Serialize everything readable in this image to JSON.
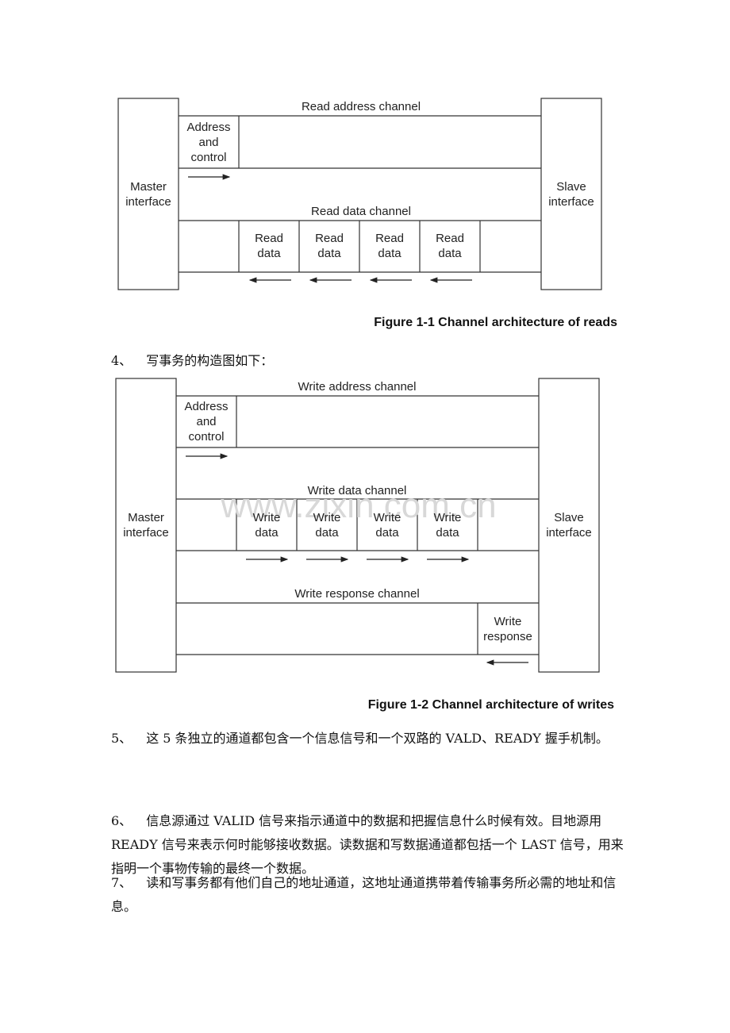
{
  "figure1": {
    "master_label": [
      "Master",
      "interface"
    ],
    "slave_label": [
      "Slave",
      "interface"
    ],
    "read_address_channel": "Read address channel",
    "address_control": [
      "Address",
      "and",
      "control"
    ],
    "read_data_channel": "Read data channel",
    "read_data_cells": [
      [
        "Read",
        "data"
      ],
      [
        "Read",
        "data"
      ],
      [
        "Read",
        "data"
      ],
      [
        "Read",
        "data"
      ]
    ],
    "caption": "Figure 1-1 Channel architecture of reads"
  },
  "item4": {
    "num": "4、",
    "text": "写事务的构造图如下："
  },
  "figure2": {
    "master_label": [
      "Master",
      "interface"
    ],
    "slave_label": [
      "Slave",
      "interface"
    ],
    "write_address_channel": "Write address channel",
    "address_control": [
      "Address",
      "and",
      "control"
    ],
    "write_data_channel": "Write data channel",
    "write_data_cells": [
      [
        "Write",
        "data"
      ],
      [
        "Write",
        "data"
      ],
      [
        "Write",
        "data"
      ],
      [
        "Write",
        "data"
      ]
    ],
    "write_response_channel": "Write response channel",
    "write_response": [
      "Write",
      "response"
    ],
    "watermark": "www.zixin.com.cn",
    "caption": "Figure 1-2 Channel architecture of writes"
  },
  "item5": {
    "num": "5、",
    "text": "这 5 条独立的通道都包含一个信息信号和一个双路的 VALD、READY 握手机制。"
  },
  "item6": {
    "num": "6、",
    "text": "信息源通过 VALID 信号来指示通道中的数据和把握信息什么时候有效。目地源用 READY 信号来表示何时能够接收数据。读数据和写数据通道都包括一个 LAST 信号，用来指明一个事物传输的最终一个数据。"
  },
  "item7": {
    "num": "7、",
    "text": "读和写事务都有他们自己的地址通道，这地址通道携带着传输事务所必需的地址和信息。"
  }
}
